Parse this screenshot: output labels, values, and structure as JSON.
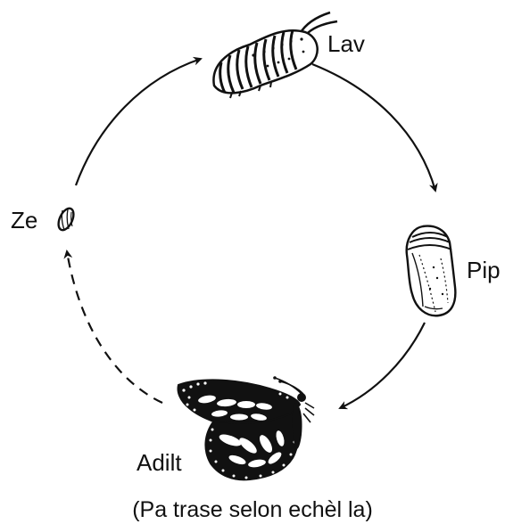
{
  "stages": {
    "larva": "Lav",
    "pupa": "Pip",
    "adult": "Adilt",
    "egg": "Ze"
  },
  "caption": "(Pa trase selon echèl la)",
  "colors": {
    "ink": "#111111",
    "background": "#ffffff"
  }
}
